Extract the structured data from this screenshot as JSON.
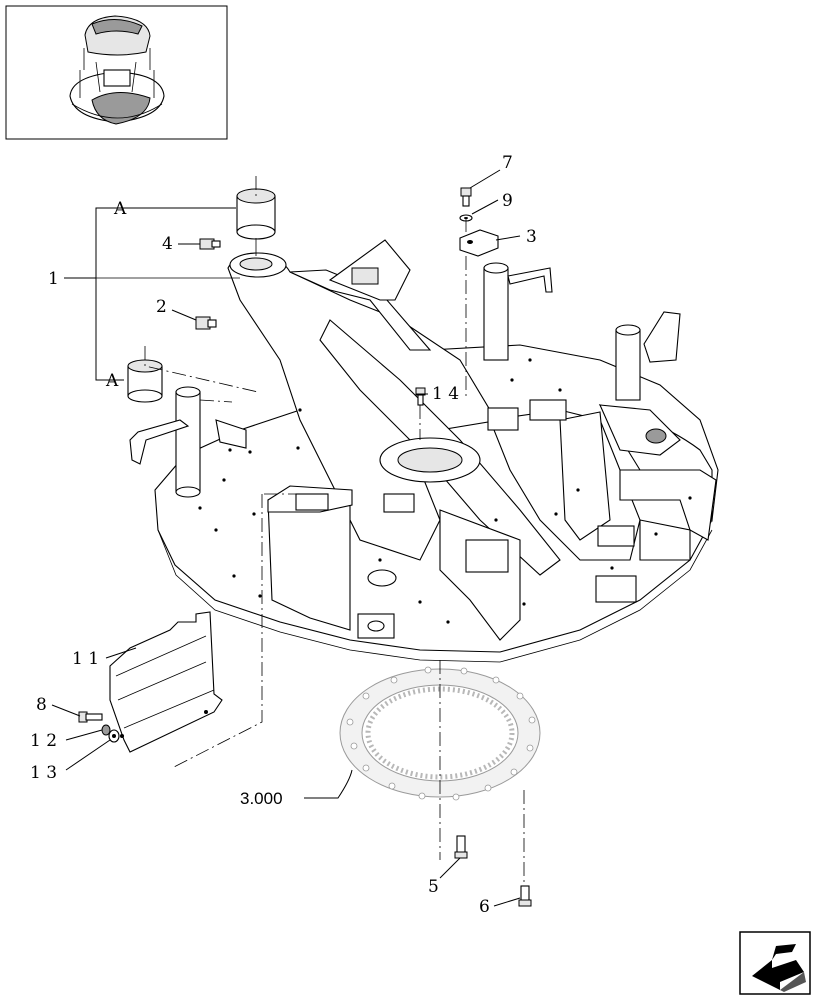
{
  "thumbnail": {
    "label": ""
  },
  "callouts": {
    "c1": "1",
    "c2": "2",
    "c3": "3",
    "c4": "4",
    "c5": "5",
    "c6": "6",
    "c7": "7",
    "c8": "8",
    "c9": "9",
    "c11": "1 1",
    "c12": "1 2",
    "c13": "1 3",
    "c14": "1 4",
    "a_top": "A",
    "a_bottom": "A"
  },
  "reference": {
    "label": "3.000"
  },
  "nav": {
    "icon": "return-arrow-icon"
  }
}
